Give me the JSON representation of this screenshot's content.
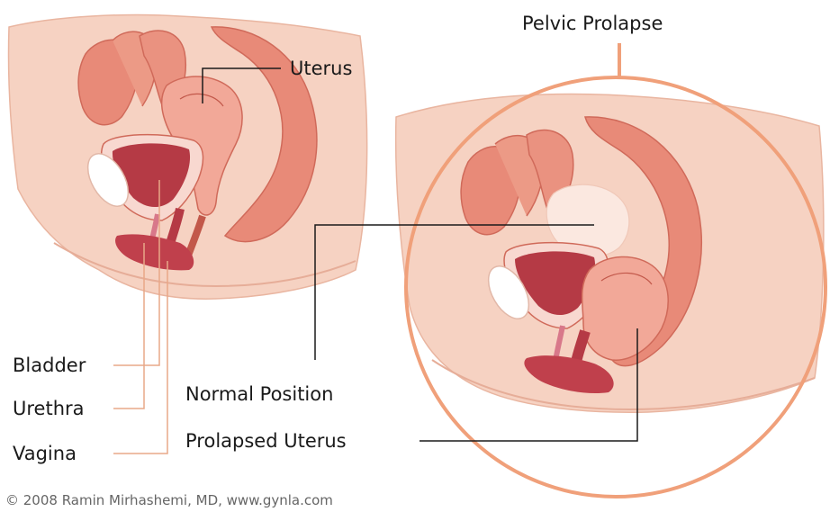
{
  "labels": {
    "pelvic_prolapse": "Pelvic  Prolapse",
    "uterus": "Uterus",
    "bladder": "Bladder",
    "urethra": "Urethra",
    "vagina": "Vagina",
    "normal_position": "Normal Position",
    "prolapsed_uterus": "Prolapsed Uterus"
  },
  "copyright": "© 2008 Ramin Mirhashemi, MD, www.gynla.com",
  "colors": {
    "skin": "#f6d2c2",
    "skin_edge": "#e9b5a0",
    "muscle": "#e88a78",
    "muscle_dark": "#d06a5a",
    "organ_light": "#f8d8d0",
    "bladder_inner": "#b53a45",
    "circle": "#f0a07a",
    "leader_light": "#e8a888",
    "leader_dark": "#1a1a1a"
  }
}
